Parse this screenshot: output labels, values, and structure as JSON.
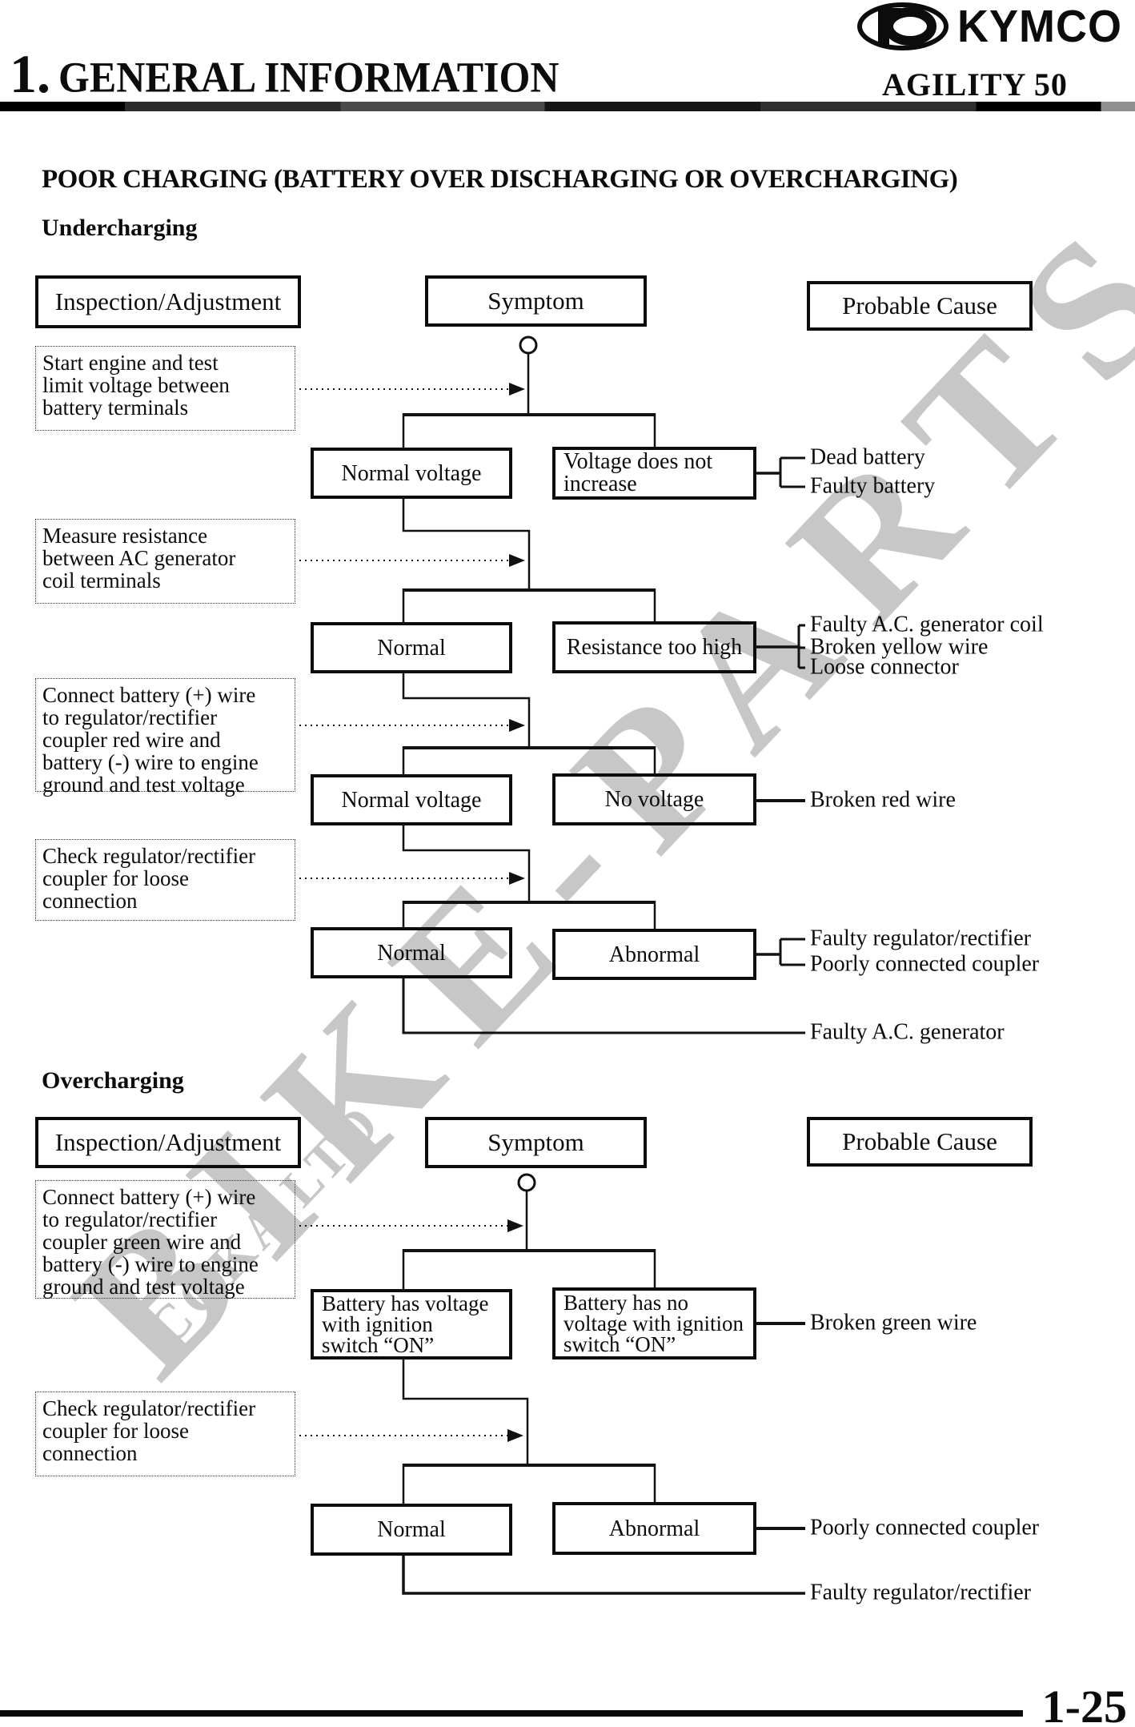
{
  "header": {
    "section_number": "1.",
    "section_title": "GENERAL INFORMATION",
    "model": "AGILITY 50",
    "brand": "KYMCO"
  },
  "doc_title": "POOR CHARGING (BATTERY OVER DISCHARGING OR OVERCHARGING)",
  "watermark": {
    "primary": "BIKE-PARTS",
    "secondary": "COKA LTD",
    "color": "#c7c7c7"
  },
  "undercharging": {
    "heading": "Undercharging",
    "columns": {
      "inspection": "Inspection/Adjustment",
      "symptom": "Symptom",
      "cause": "Probable Cause"
    },
    "instructions": [
      "Start engine and test\nlimit voltage between\nbattery terminals",
      "Measure resistance\nbetween AC generator\ncoil terminals",
      "Connect battery (+) wire\nto regulator/rectifier\ncoupler red wire and\nbattery (-) wire to engine\nground and test voltage",
      "Check regulator/rectifier\ncoupler for loose\nconnection"
    ],
    "flow": {
      "normal1": "Normal voltage",
      "symptom1": "Voltage does not\nincrease",
      "normal2": "Normal",
      "symptom2": "Resistance too high",
      "normal3": "Normal voltage",
      "symptom3": "No voltage",
      "normal4": "Normal",
      "symptom4": "Abnormal"
    },
    "causes": {
      "c1a": "Dead battery",
      "c1b": "Faulty battery",
      "c2a": "Faulty A.C. generator coil",
      "c2b": "Broken yellow wire",
      "c2c": "Loose connector",
      "c3": "Broken red wire",
      "c4a": "Faulty regulator/rectifier",
      "c4b": "Poorly connected coupler",
      "final": "Faulty A.C. generator"
    }
  },
  "overcharging": {
    "heading": "Overcharging",
    "columns": {
      "inspection": "Inspection/Adjustment",
      "symptom": "Symptom",
      "cause": "Probable Cause"
    },
    "instructions": [
      "Connect battery (+) wire\nto regulator/rectifier\ncoupler green wire and\nbattery (-) wire to engine\nground and test voltage",
      "Check regulator/rectifier\ncoupler for loose\nconnection"
    ],
    "flow": {
      "normal1": "Battery has voltage\nwith ignition\nswitch “ON”",
      "symptom1": "Battery has no\nvoltage with ignition\nswitch “ON”",
      "normal2": "Normal",
      "symptom2": "Abnormal"
    },
    "causes": {
      "c1": "Broken green wire",
      "c2": "Poorly connected coupler",
      "final": "Faulty regulator/rectifier"
    }
  },
  "footer": {
    "page_number": "1-25"
  }
}
